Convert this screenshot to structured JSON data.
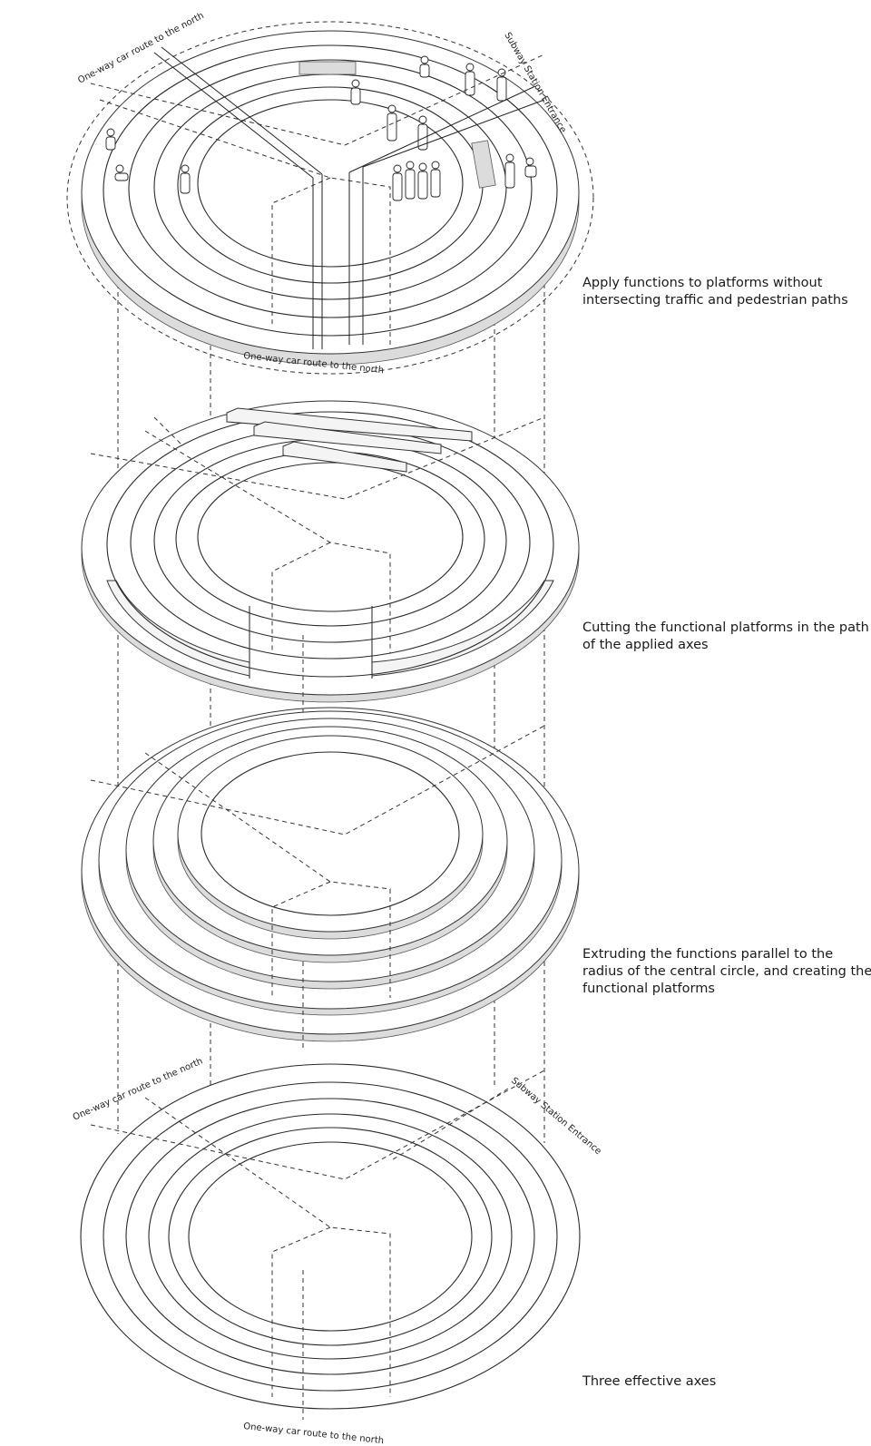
{
  "captions": {
    "step_apply": [
      "Apply functions to platforms without",
      "intersecting traffic and pedestrian paths"
    ],
    "step_cutting": [
      "Cutting the functional platforms in the path",
      "of the applied axes"
    ],
    "step_extruding": [
      "Extruding the functions parallel to the",
      "radius of the central circle, and creating the",
      "functional platforms"
    ],
    "step_axes": [
      "Three effective axes"
    ]
  },
  "labels": {
    "car_route_top_left": "One-way car route to the north",
    "car_route_top_bottom": "One-way car route to the north",
    "subway_top": "Subway Station Entrance",
    "car_route_bottom_left": "One-way car route to the north",
    "subway_bottom": "Subway Station Entrance",
    "car_route_bottom_bottom": "One-way car route to the north"
  }
}
